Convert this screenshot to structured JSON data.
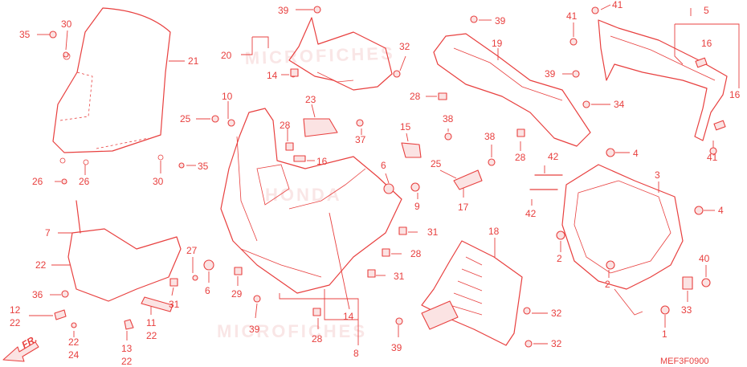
{
  "diagram": {
    "code": "MEF3F0900",
    "front_marker": "FR.",
    "watermarks": [
      "MICROFICHES",
      "HONDA",
      "MICROFICHES"
    ],
    "labels": [
      "35",
      "30",
      "21",
      "26",
      "26",
      "30",
      "35",
      "39",
      "20",
      "14",
      "32",
      "39",
      "19",
      "39",
      "34",
      "28",
      "41",
      "41",
      "5",
      "16",
      "16",
      "41",
      "10",
      "25",
      "23",
      "28",
      "16",
      "37",
      "6",
      "9",
      "38",
      "15",
      "25",
      "17",
      "38",
      "28",
      "42",
      "42",
      "4",
      "3",
      "4",
      "40",
      "33",
      "1",
      "2",
      "2",
      "7",
      "22",
      "36",
      "12",
      "22",
      "11",
      "22",
      "31",
      "13",
      "22",
      "22",
      "24",
      "27",
      "6",
      "29",
      "39",
      "14",
      "8",
      "28",
      "31",
      "28",
      "31",
      "18",
      "32",
      "32",
      "39"
    ]
  }
}
